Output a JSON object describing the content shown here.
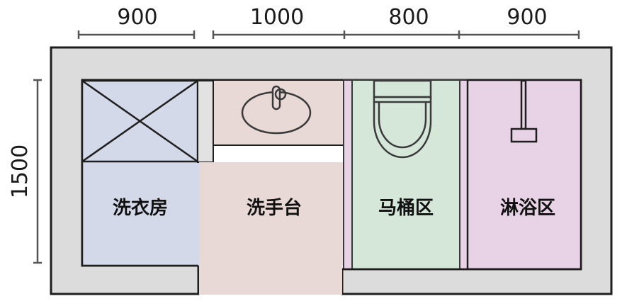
{
  "diagram": {
    "type": "bathroom-floor-plan",
    "dimensions": {
      "top": [
        {
          "label": "900"
        },
        {
          "label": "1000"
        },
        {
          "label": "800"
        },
        {
          "label": "900"
        }
      ],
      "left": {
        "label": "1500"
      }
    },
    "rooms": [
      {
        "id": "laundry",
        "label": "洗衣房",
        "color": "#d3d9e8"
      },
      {
        "id": "washbasin",
        "label": "洗手台",
        "color": "#e8d9d6"
      },
      {
        "id": "toilet",
        "label": "马桶区",
        "color": "#d4e7d9"
      },
      {
        "id": "shower",
        "label": "淋浴区",
        "color": "#e8d3e6"
      }
    ],
    "fixtures": [
      {
        "id": "washing-machine",
        "room": "laundry"
      },
      {
        "id": "sink",
        "room": "washbasin"
      },
      {
        "id": "toilet-bowl",
        "room": "toilet"
      },
      {
        "id": "shower-head",
        "room": "shower"
      }
    ],
    "colors": {
      "wall": "#dcdcdc",
      "outline": "#1e1e1e",
      "dimension_line": "#555555",
      "partition": "#e8d3e6"
    }
  }
}
